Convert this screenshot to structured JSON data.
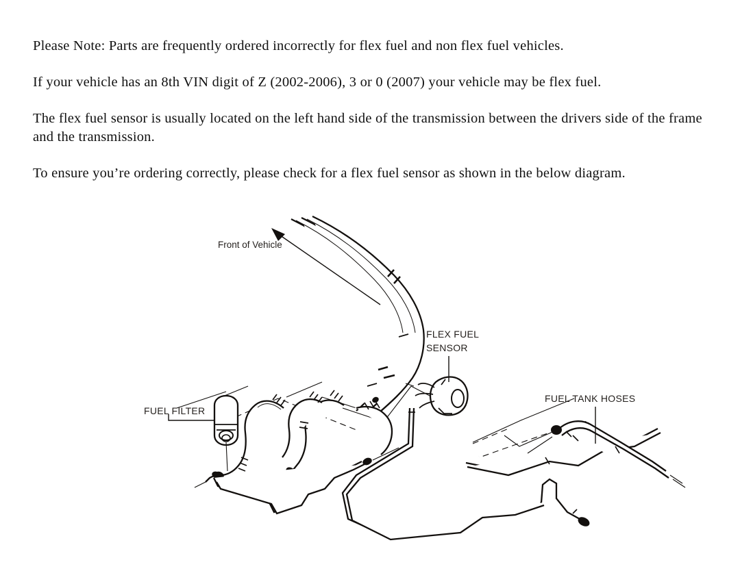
{
  "page": {
    "background_color": "#ffffff",
    "text_color": "#111111"
  },
  "notice": {
    "paragraphs": [
      "Please Note: Parts are frequently ordered incorrectly for flex fuel and non flex fuel vehicles.",
      "If your vehicle has an 8th VIN digit of Z (2002-2006), 3 or 0 (2007) your vehicle may be flex fuel.",
      "The flex fuel sensor is usually located on the left hand side of the transmission between the drivers side of the frame and the transmission.",
      "To ensure you’re ordering correctly, please check for a flex fuel sensor as shown in the below diagram."
    ]
  },
  "diagram": {
    "title": "Fuel line and flex fuel sensor routing diagram",
    "ink_color": "#13100e",
    "labels": {
      "front_of_vehicle": "Front of Vehicle",
      "flex_fuel_sensor_line1": "FLEX FUEL",
      "flex_fuel_sensor_line2": "SENSOR",
      "fuel_filter": "FUEL FILTER",
      "fuel_tank_hoses": "FUEL TANK HOSES"
    },
    "callouts": [
      {
        "name": "front-of-vehicle",
        "text": "Front of Vehicle",
        "marker": "arrow",
        "direction": "up-left"
      },
      {
        "name": "flex-fuel-sensor",
        "text": "FLEX FUEL SENSOR",
        "marker": "leader-line",
        "direction": "down"
      },
      {
        "name": "fuel-filter",
        "text": "FUEL FILTER",
        "marker": "leader-line",
        "direction": "right"
      },
      {
        "name": "fuel-tank-hoses",
        "text": "FUEL TANK HOSES",
        "marker": "leader-line",
        "direction": "down"
      }
    ]
  }
}
